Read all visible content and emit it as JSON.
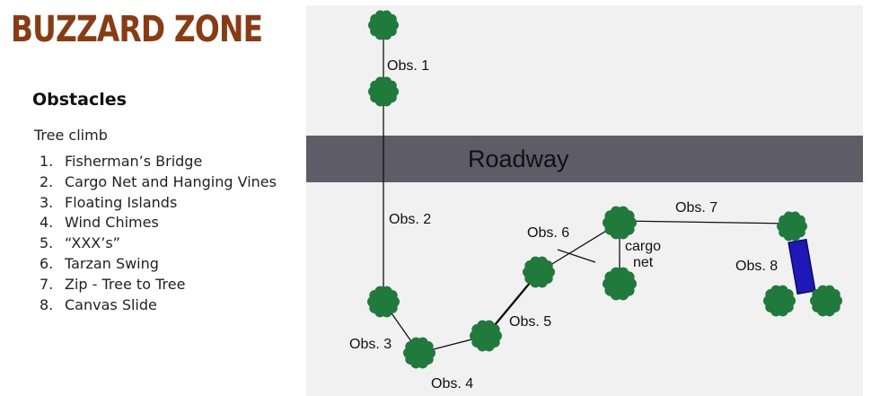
{
  "header": {
    "title": "BUZZARD ZONE"
  },
  "sidebar": {
    "heading": "Obstacles",
    "intro": "Tree climb",
    "items": [
      {
        "num": "1.",
        "label": "Fisherman’s Bridge"
      },
      {
        "num": "2.",
        "label": "Cargo Net and Hanging Vines"
      },
      {
        "num": "3.",
        "label": "Floating Islands"
      },
      {
        "num": "4.",
        "label": "Wind Chimes"
      },
      {
        "num": "5.",
        "label": "“XXX’s”"
      },
      {
        "num": "6.",
        "label": "Tarzan Swing"
      },
      {
        "num": "7.",
        "label": "Zip - Tree to Tree"
      },
      {
        "num": "8.",
        "label": "Canvas Slide"
      }
    ]
  },
  "map": {
    "road_label": "Roadway",
    "obs_labels": [
      "Obs. 1",
      "Obs. 2",
      "Obs. 3",
      "Obs. 4",
      "Obs. 5",
      "Obs. 6",
      "Obs. 7",
      "Obs. 8"
    ],
    "cargo_label": "cargo",
    "net_label": "net"
  },
  "colors": {
    "title": "#8a3b12",
    "tree": "#1f7a3c",
    "road": "#5d5c67",
    "slide": "#1f18b8",
    "map_background": "#f1f1f1"
  }
}
